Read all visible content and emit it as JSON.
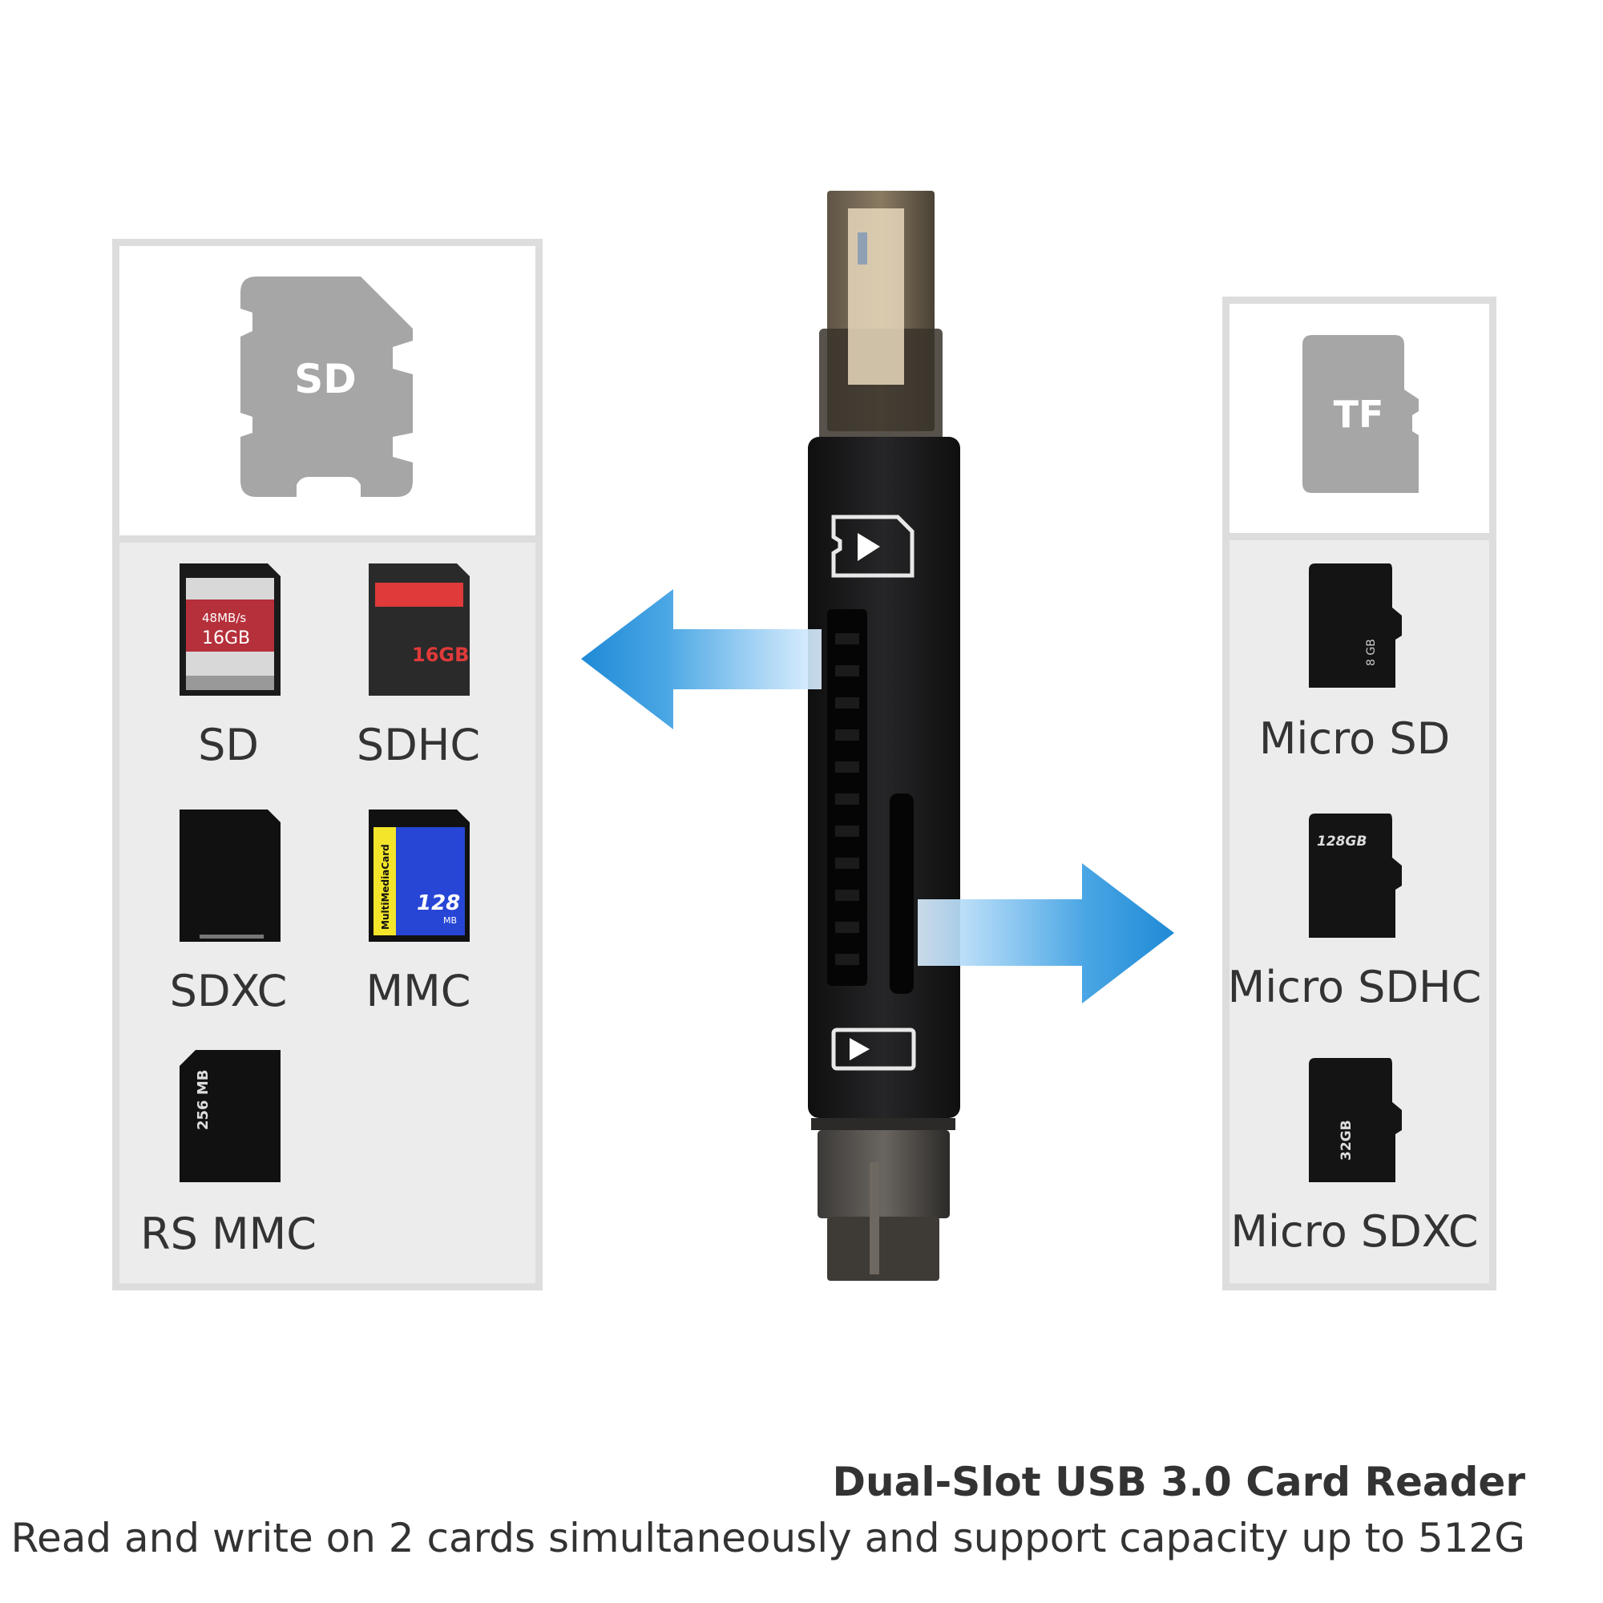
{
  "left_panel": {
    "header_icon_text": "SD",
    "cards": [
      {
        "label": "SD",
        "card_text": [
          "48MB/s",
          "16GB"
        ]
      },
      {
        "label": "SDHC",
        "card_text": [
          "16GB"
        ]
      },
      {
        "label": "SDXC"
      },
      {
        "label": "MMC",
        "card_text": [
          "MultiMediaCard",
          "128",
          "MB"
        ]
      },
      {
        "label": "RS MMC",
        "card_text": [
          "256 MB"
        ]
      }
    ]
  },
  "right_panel": {
    "header_icon_text": "TF",
    "cards": [
      {
        "label": "Micro SD",
        "card_text": [
          "8 GB"
        ]
      },
      {
        "label": "Micro SDHC",
        "card_text": [
          "128GB"
        ]
      },
      {
        "label": "Micro SDXC",
        "card_text": [
          "32GB"
        ]
      }
    ]
  },
  "caption": {
    "title": "Dual-Slot USB 3.0 Card Reader",
    "subtitle": "Read and write on 2 cards simultaneously and support capacity up to 512G"
  },
  "colors": {
    "panel_bg": "#ececec",
    "panel_border": "#dddddd",
    "icon_gray": "#a6a6a6",
    "arrow_blue": "#1f8ad6",
    "reader_body": "#1c1c1e"
  }
}
